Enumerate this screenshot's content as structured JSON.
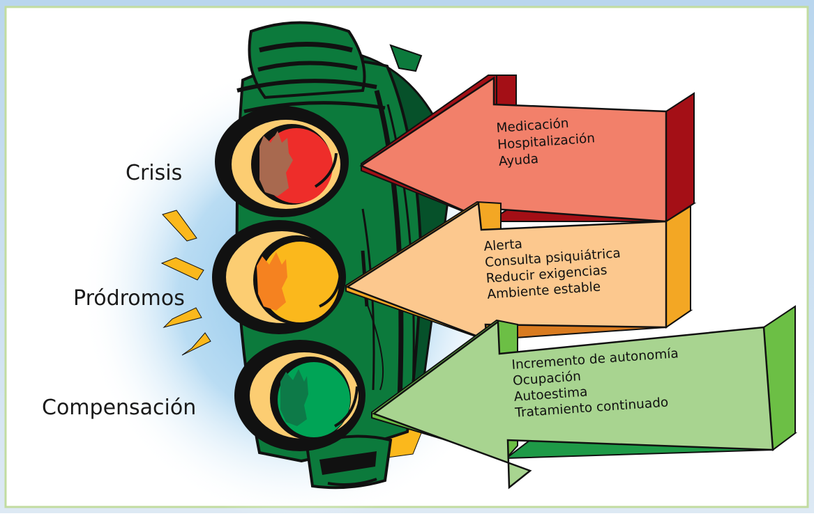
{
  "stages": [
    {
      "label": "Crisis",
      "actions": [
        "Medicación",
        "Hospitalización",
        "Ayuda"
      ],
      "color": "#ee2d2a",
      "arrow_face": "#f2806a",
      "arrow_side": "#a40f16"
    },
    {
      "label": "Pródromos",
      "actions": [
        "Alerta",
        "Consulta psiquiátrica",
        "Reducir exigencias",
        "Ambiente estable"
      ],
      "color": "#fbb81c",
      "arrow_face": "#fcc88e",
      "arrow_side": "#f3a724"
    },
    {
      "label": "Compensación",
      "actions": [
        "Incremento de autonomía",
        "Ocupación",
        "Autoestima",
        "Tratamiento continuado"
      ],
      "color": "#00a456",
      "arrow_face": "#a8d490",
      "arrow_side": "#6cbf45"
    }
  ],
  "colors": {
    "traffic_light_body": "#0c7a3c",
    "traffic_light_dark": "#06512a",
    "outline": "#111111",
    "glow": "#aed6f1",
    "burst": "#fbb81c",
    "frame_border": "#c2dca0",
    "frame_gradient_top": "#b9d6ee"
  }
}
